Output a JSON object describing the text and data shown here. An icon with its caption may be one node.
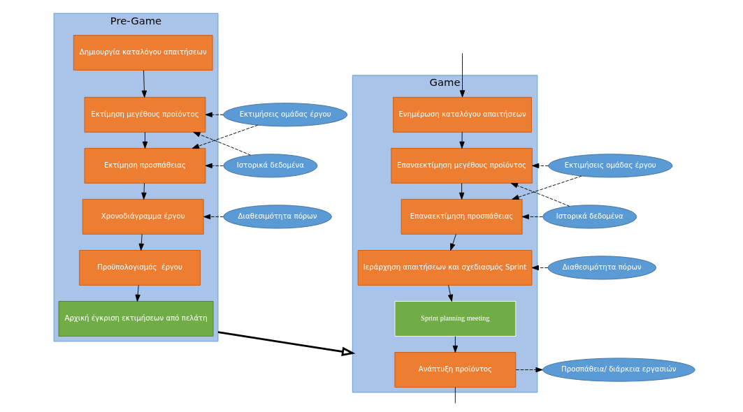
{
  "diagram": {
    "nodes": [
      {
        "text": [
          "Pre-Game"
        ]
      },
      {
        "text": [
          "Δημιουργία καταλόγου απαιτήσεων"
        ],
        "in": 0
      },
      {
        "text": [
          "Εκτίμηση μεγέθους προϊόντος"
        ],
        "in": 0
      },
      {
        "text": [
          "Εκτίμηση προσπάθειας"
        ],
        "in": 0
      },
      {
        "text": [
          "Χρονοδιάγραμμα έργου"
        ],
        "in": 0
      },
      {
        "text": [
          "Προϋπολογισμός  έργου"
        ],
        "in": 0
      },
      {
        "text": [
          "Αρχική έγκριση εκτιμήσεων από πελάτη"
        ],
        "in": 0
      },
      {
        "text": [
          "Εκτιμήσεις ομάδας έργου"
        ]
      },
      {
        "text": [
          "Ιστορικά δεδομένα"
        ]
      },
      {
        "text": [
          "Διαθεσιμότητα πόρων"
        ]
      },
      {
        "text": [
          "Game"
        ]
      },
      {
        "text": [
          "Ενημέρωση καταλόγου απαιτήσεων"
        ],
        "in": 10
      },
      {
        "text": [
          "Επαναεκτίμηση μεγέθους προϊόντος"
        ],
        "in": 10
      },
      {
        "text": [
          "Επαναεκτίμηση προσπάθειας"
        ],
        "in": 10
      },
      {
        "text": [
          "Ιεράρχηση απαιτήσεων και σχεδιασμός Sprint"
        ],
        "in": 10
      },
      {
        "text": [
          "Sprint planning meeting"
        ],
        "in": 10
      },
      {
        "text": [
          "Ανάπτυξη προϊόντος"
        ],
        "in": 10
      },
      {
        "text": [
          "Εκτιμήσεις ομάδας έργου"
        ]
      },
      {
        "text": [
          "Ιστορικά δεδομένα"
        ]
      },
      {
        "text": [
          "Διαθεσιμότητα πόρων"
        ]
      },
      {
        "text": [
          "Προσπάθεια/ διάρκεια εργασιών"
        ]
      }
    ],
    "edges": [
      {
        "from": 1,
        "to": 2,
        "arrow": "to"
      },
      {
        "from": 2,
        "to": 3,
        "arrow": "to"
      },
      {
        "from": 3,
        "to": 4,
        "arrow": "to"
      },
      {
        "from": 4,
        "to": 5,
        "arrow": "to"
      },
      {
        "from": 5,
        "to": 6,
        "arrow": "to"
      },
      {
        "from": 7,
        "to": 2,
        "arrow": "to",
        "style": "dashed"
      },
      {
        "from": 7,
        "to": 3,
        "arrow": "to",
        "style": "dashed"
      },
      {
        "from": 8,
        "to": 2,
        "arrow": "to",
        "style": "dashed"
      },
      {
        "from": 8,
        "to": 3,
        "arrow": "to",
        "style": "dashed"
      },
      {
        "from": 9,
        "to": 4,
        "arrow": "to",
        "style": "dashed"
      },
      {
        "from": 0,
        "to": 10,
        "arrow": "to",
        "style": "thick"
      },
      {
        "from": null,
        "to": 11,
        "arrow": "to"
      },
      {
        "from": 11,
        "to": 12,
        "arrow": "to"
      },
      {
        "from": 12,
        "to": 13,
        "arrow": "to"
      },
      {
        "from": 13,
        "to": 14,
        "arrow": "to"
      },
      {
        "from": 14,
        "to": 15,
        "arrow": "to"
      },
      {
        "from": 15,
        "to": 16,
        "arrow": "to"
      },
      {
        "from": 17,
        "to": 12,
        "arrow": "to",
        "style": "dashed"
      },
      {
        "from": 17,
        "to": 13,
        "arrow": "to",
        "style": "dashed"
      },
      {
        "from": 18,
        "to": 12,
        "arrow": "to",
        "style": "dashed"
      },
      {
        "from": 18,
        "to": 13,
        "arrow": "to",
        "style": "dashed"
      },
      {
        "from": 19,
        "to": 14,
        "arrow": "to",
        "style": "dashed"
      },
      {
        "from": 16,
        "to": 20,
        "arrow": "to",
        "style": "dashed"
      },
      {
        "from": 16,
        "to": null,
        "arrow": "none"
      }
    ]
  }
}
